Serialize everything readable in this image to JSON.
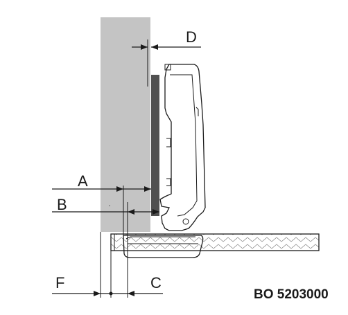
{
  "labels": {
    "A": "A",
    "B": "B",
    "C": "C",
    "D": "D",
    "F": "F"
  },
  "product_code": "BO 5203000",
  "colors": {
    "cabinet_side": "#c4c4c4",
    "mounting_plate": "#505050",
    "line": "#1a1a1a",
    "door_hatch": "#8a8a8a"
  }
}
